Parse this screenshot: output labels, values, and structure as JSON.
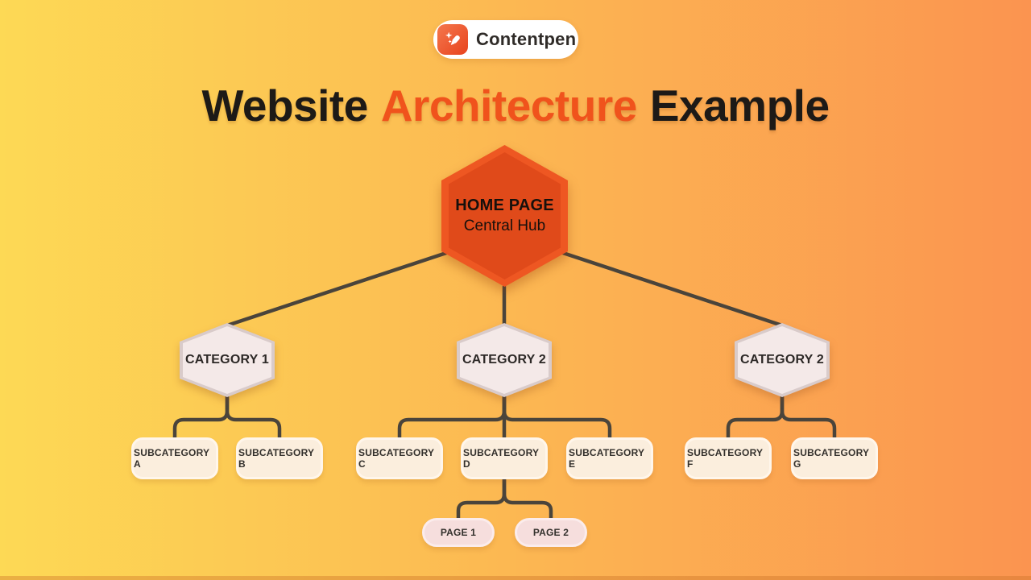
{
  "logo": {
    "brand": "Contentpen"
  },
  "title": {
    "prefix": "Website",
    "highlight": "Architecture",
    "suffix": "Example"
  },
  "diagram": {
    "root": {
      "title": "HOME PAGE",
      "subtitle": "Central Hub"
    },
    "categories": [
      {
        "label": "CATEGORY 1"
      },
      {
        "label": "CATEGORY 2"
      },
      {
        "label": "CATEGORY 2"
      }
    ],
    "subcategories": [
      {
        "label": "SUBCATEGORY A"
      },
      {
        "label": "SUBCATEGORY B"
      },
      {
        "label": "SUBCATEGORY C"
      },
      {
        "label": "SUBCATEGORY D"
      },
      {
        "label": "SUBCATEGORY E"
      },
      {
        "label": "SUBCATEGORY F"
      },
      {
        "label": "SUBCATEGORY G"
      }
    ],
    "pages": [
      {
        "label": "PAGE 1"
      },
      {
        "label": "PAGE 2"
      }
    ]
  },
  "colors": {
    "background_left": "#fdd955",
    "background_right": "#fb9450",
    "accent_orange": "#f0531c",
    "root_hex_outer": "#ee5722",
    "root_hex_inner": "#e04a1a",
    "category_fill": "#f4e9e8",
    "category_border": "#d9cbca",
    "subcategory_fill": "#fbeedd",
    "page_fill": "#f6dedd",
    "connector": "#4a443b",
    "title_dark": "#1d1a17"
  }
}
